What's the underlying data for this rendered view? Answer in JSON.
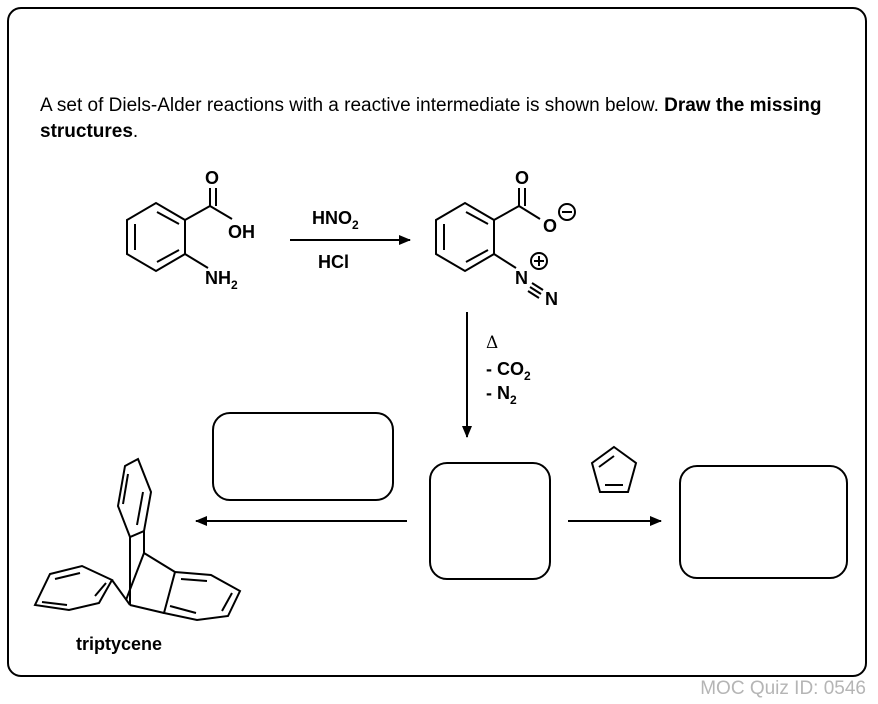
{
  "intro": {
    "text_plain": "A set of Diels-Alder reactions with a reactive intermediate is shown below. ",
    "text_bold": "Draw the missing structures",
    "text_end": "."
  },
  "reagents_step1": {
    "top": "HNO",
    "top_sub": "2",
    "bottom": "HCl"
  },
  "reagents_step2": {
    "delta": "Δ",
    "line1": "- CO",
    "line1_sub": "2",
    "line2": "- N",
    "line2_sub": "2"
  },
  "atoms": {
    "o1": "O",
    "oh": "OH",
    "nh2": "NH",
    "nh2_sub": "2",
    "o2": "O",
    "o_minus": "O",
    "n1": "N",
    "n2": "N"
  },
  "product_label": "triptycene",
  "footer": {
    "quiz_id": "MOC Quiz ID: 0546"
  },
  "colors": {
    "frame": "#000000",
    "footer_text": "#b5b5b5"
  }
}
